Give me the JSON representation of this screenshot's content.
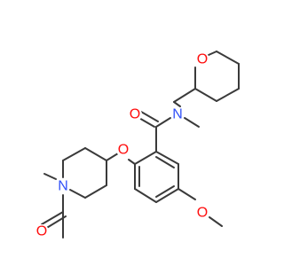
{
  "molecule": {
    "atoms": {
      "ring_oxygen": "O",
      "amide_oxygen": "O",
      "amide_nitrogen": "N",
      "ether_oxygen": "O",
      "methoxy_oxygen": "O",
      "piperidine_nitrogen": "N",
      "acetyl_oxygen": "O"
    },
    "colors": {
      "bond": "#3a3a3a",
      "oxygen": "#ff0d0d",
      "nitrogen": "#3050f8"
    }
  }
}
